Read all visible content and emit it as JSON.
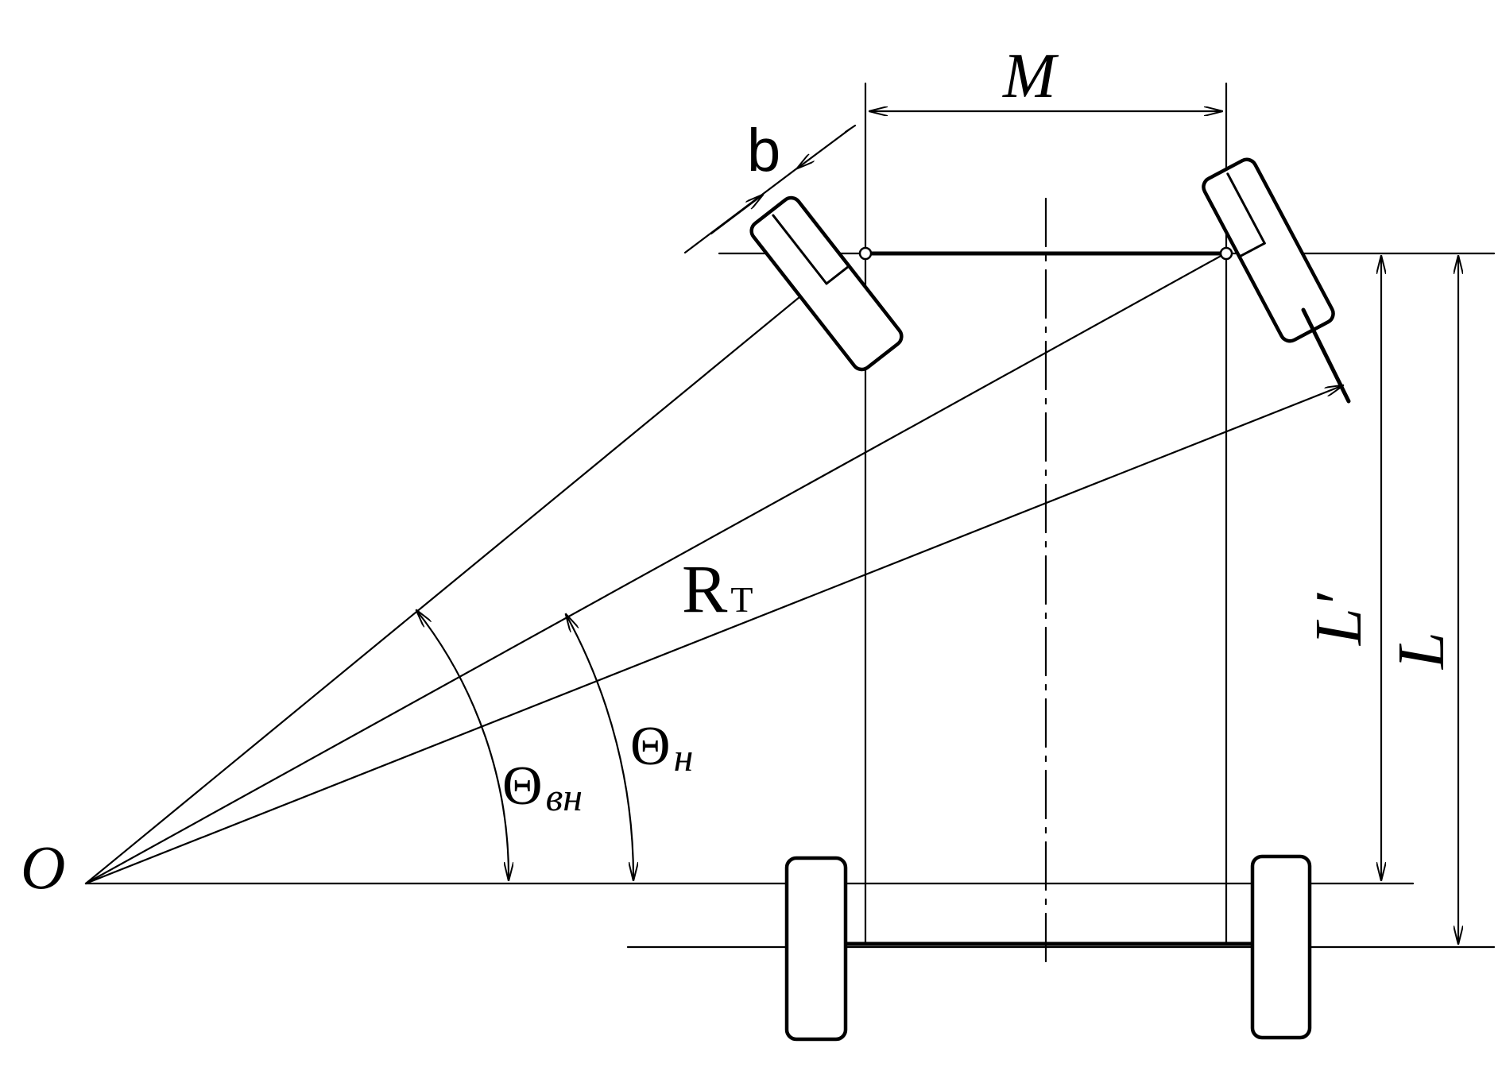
{
  "diagram": {
    "labels": {
      "origin": "O",
      "track": "M",
      "wheel_width": "b",
      "radius_main": "R",
      "radius_sub": "T",
      "theta_inner_main": "Θ",
      "theta_inner_sub": "вн",
      "theta_outer_main": "Θ",
      "theta_outer_sub": "н",
      "wheelbase_prime": "L′",
      "wheelbase": "L"
    }
  }
}
